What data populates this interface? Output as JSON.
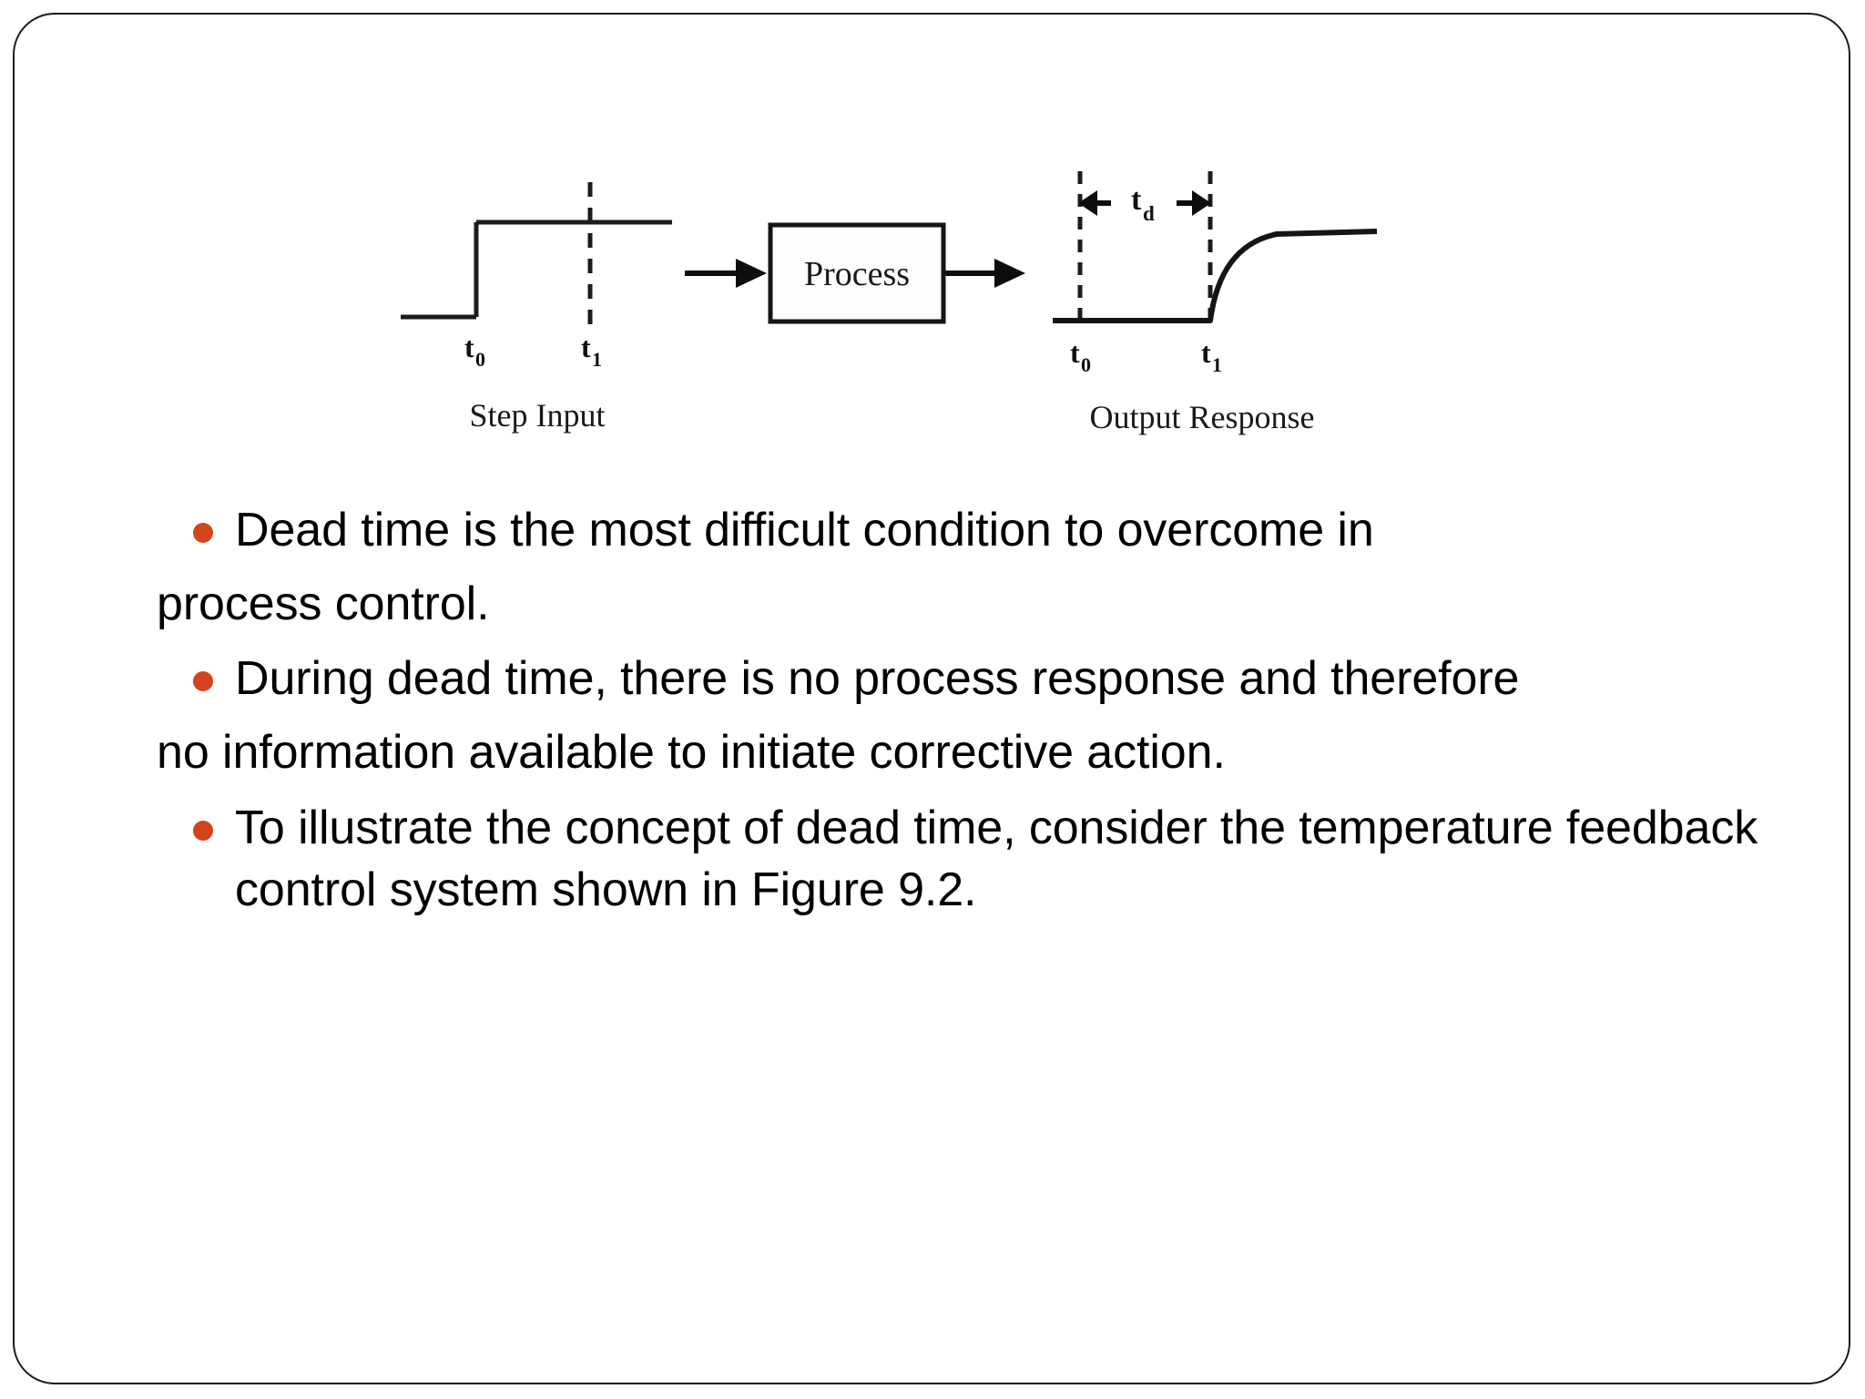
{
  "slide": {
    "background_color": "#ffffff",
    "border_color": "#1a1a1a",
    "bullet_color": "#D1441E",
    "text_color": "#000000"
  },
  "figure": {
    "caption_left": "Step Input",
    "caption_right": "Output Response",
    "process_box_label": "Process",
    "labels": {
      "t0_left": "t",
      "t0_left_sub": "0",
      "t1_left": "t",
      "t1_left_sub": "1",
      "t0_right": "t",
      "t0_right_sub": "0",
      "t1_right": "t",
      "t1_right_sub": "1",
      "dead_time": "t",
      "dead_time_sub": "d"
    },
    "description": "Step input waveform feeding a Process block producing a delayed exponential output response with dead time t_d between t0 and t1"
  },
  "content": {
    "blocks": [
      {
        "type": "bullet",
        "text": "Dead time is the most difficult condition to overcome in"
      },
      {
        "type": "plain",
        "text": "process control."
      },
      {
        "type": "bullet",
        "text": "During dead time, there is no process response and therefore"
      },
      {
        "type": "plain",
        "text": "no information available to initiate corrective action."
      },
      {
        "type": "bullet",
        "text": "To illustrate the concept of dead time, consider the temperature feedback control system shown in Figure 9.2."
      }
    ]
  }
}
